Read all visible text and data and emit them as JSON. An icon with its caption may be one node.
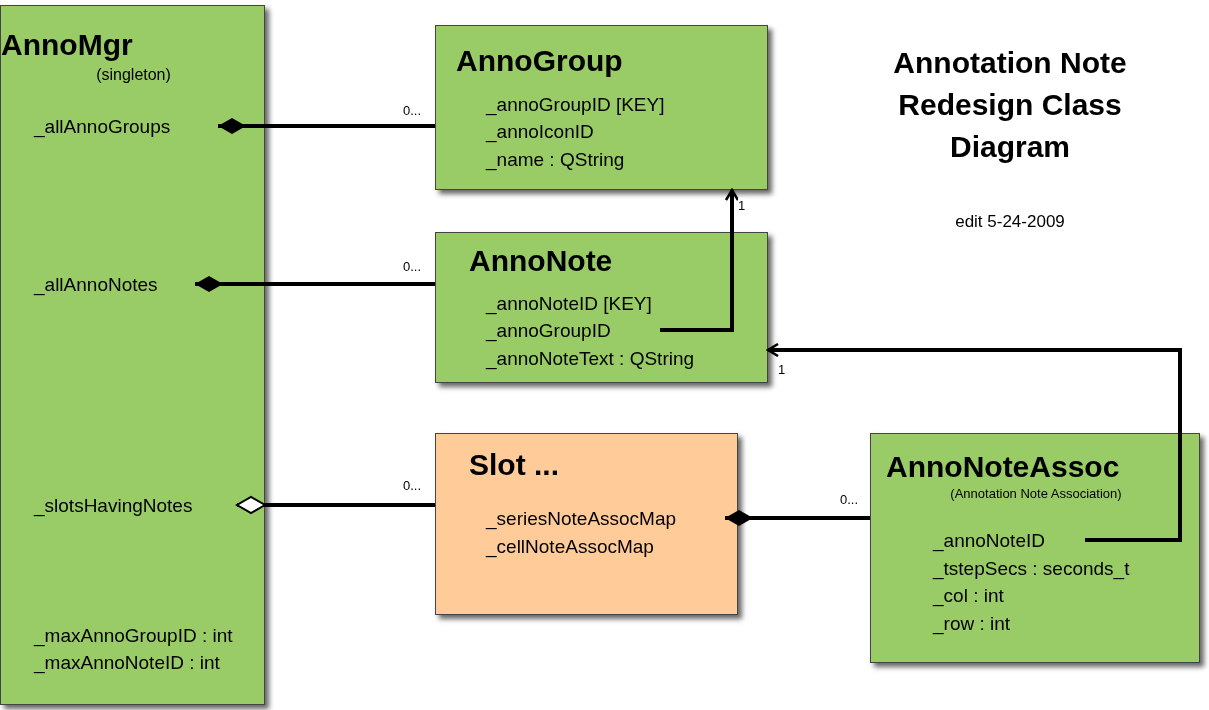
{
  "diagram": {
    "title": "Annotation Note Redesign Class Diagram",
    "nodes": [
      {
        "text": [
          "AnnoMgr",
          "(singleton)",
          "_maxAnnoGroupID : int",
          "_maxAnnoNoteID : int"
        ]
      },
      {
        "text": [
          "_allAnnoGroups"
        ],
        "in": 0
      },
      {
        "text": [
          "_allAnnoNotes"
        ],
        "in": 0
      },
      {
        "text": [
          "_slotsHavingNotes"
        ],
        "in": 0
      },
      {
        "text": [
          "AnnoGroup",
          "_annoGroupID [KEY]",
          "_annoIconID",
          "_name : QString"
        ]
      },
      {
        "text": [
          "AnnoNote",
          "_annoNoteID [KEY]",
          "_annoNoteText : QString"
        ]
      },
      {
        "text": [
          "_annoGroupID"
        ],
        "in": 5
      },
      {
        "text": [
          "Slot ...",
          "_cellNoteAssocMap"
        ]
      },
      {
        "text": [
          "_seriesNoteAssocMap"
        ],
        "in": 7
      },
      {
        "text": [
          "AnnoNoteAssoc",
          "(Annotation Note Association)",
          "_tstepSecs : seconds_t",
          "_col : int",
          "_row : int"
        ]
      },
      {
        "text": [
          "_annoNoteID"
        ],
        "in": 9
      }
    ],
    "edges": [
      {
        "from": 4,
        "to": 1,
        "arrow": "other",
        "label": "0..."
      },
      {
        "from": 5,
        "to": 2,
        "arrow": "other",
        "label": "0..."
      },
      {
        "from": 7,
        "to": 3,
        "arrow": "other",
        "label": "0..."
      },
      {
        "from": 9,
        "to": 8,
        "arrow": "other",
        "label": "0..."
      },
      {
        "from": 6,
        "to": 4,
        "arrow": "to",
        "label": "1"
      },
      {
        "from": 10,
        "to": 5,
        "arrow": "to",
        "label": "1"
      }
    ],
    "labels": [
      "edit 5-24-2009"
    ]
  }
}
